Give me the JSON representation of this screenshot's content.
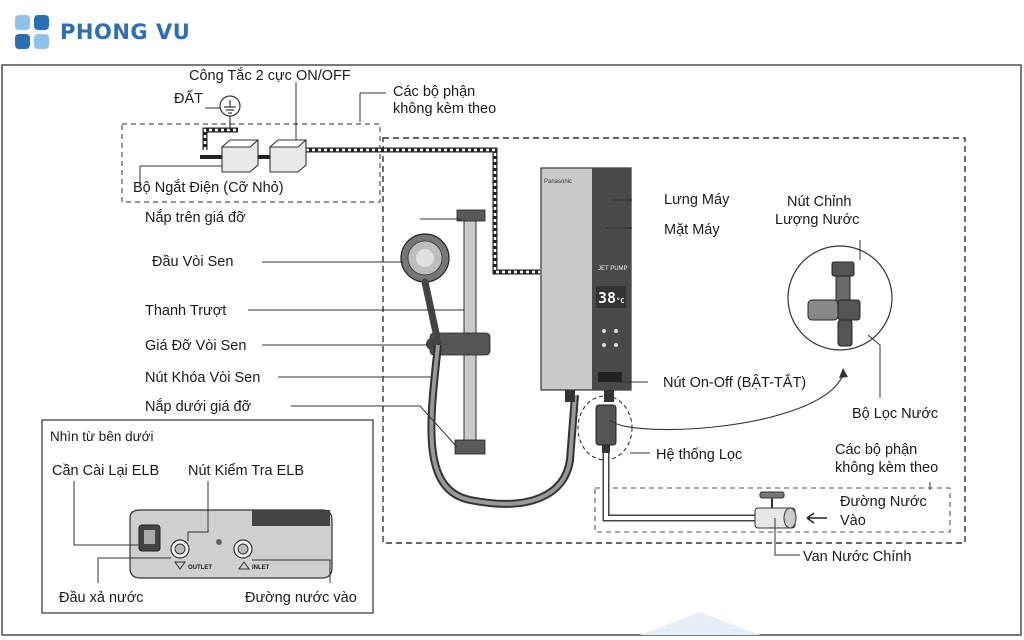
{
  "brand": {
    "name": "PHONG VU",
    "colors": {
      "primary": "#2a6fb8",
      "light": "#8ec3ec"
    }
  },
  "diagram": {
    "labels": {
      "switch_2pole": "Công Tắc 2 cực ON/OFF",
      "ground": "ĐẤT",
      "not_included_top": [
        "Các bộ phận",
        "không kèm theo"
      ],
      "breaker": "Bộ Ngắt Điện (Cỡ Nhỏ)",
      "rail_top_cap": "Nắp trên giá đỡ",
      "shower_head": "Đầu Vòi Sen",
      "slide_bar": "Thanh Trượt",
      "shower_holder": "Giá Đỡ Vòi Sen",
      "holder_lock": "Nút Khóa Vòi Sen",
      "rail_bottom_cap": "Nắp dưới giá đỡ",
      "back_panel": "Lưng Máy",
      "front_panel": "Mặt Máy",
      "flow_knob": [
        "Nút Chỉnh",
        "Lượng Nước"
      ],
      "power_button": "Nút On-Off (BẬT-TẮT)",
      "water_filter": "Bộ Lọc Nước",
      "filter_system": "Hệ thống Lọc",
      "not_included_bottom": [
        "Các bộ phận",
        "không kèm theo"
      ],
      "water_inlet_pipe": [
        "Đường Nước",
        "Vào"
      ],
      "main_valve": "Van Nước Chính"
    },
    "bottom_view": {
      "title": "Nhìn từ bên dưới",
      "elb_reset": "Cần Cài Lại ELB",
      "elb_test": "Nút Kiểm Tra ELB",
      "outlet": "Đầu xả nước",
      "inlet": "Đường nước vào",
      "outlet_mark": "OUTLET",
      "inlet_mark": "INLET"
    },
    "device": {
      "brand": "Panasonic",
      "mode": "JET PUMP",
      "temperature": "38",
      "unit": "°C"
    }
  }
}
